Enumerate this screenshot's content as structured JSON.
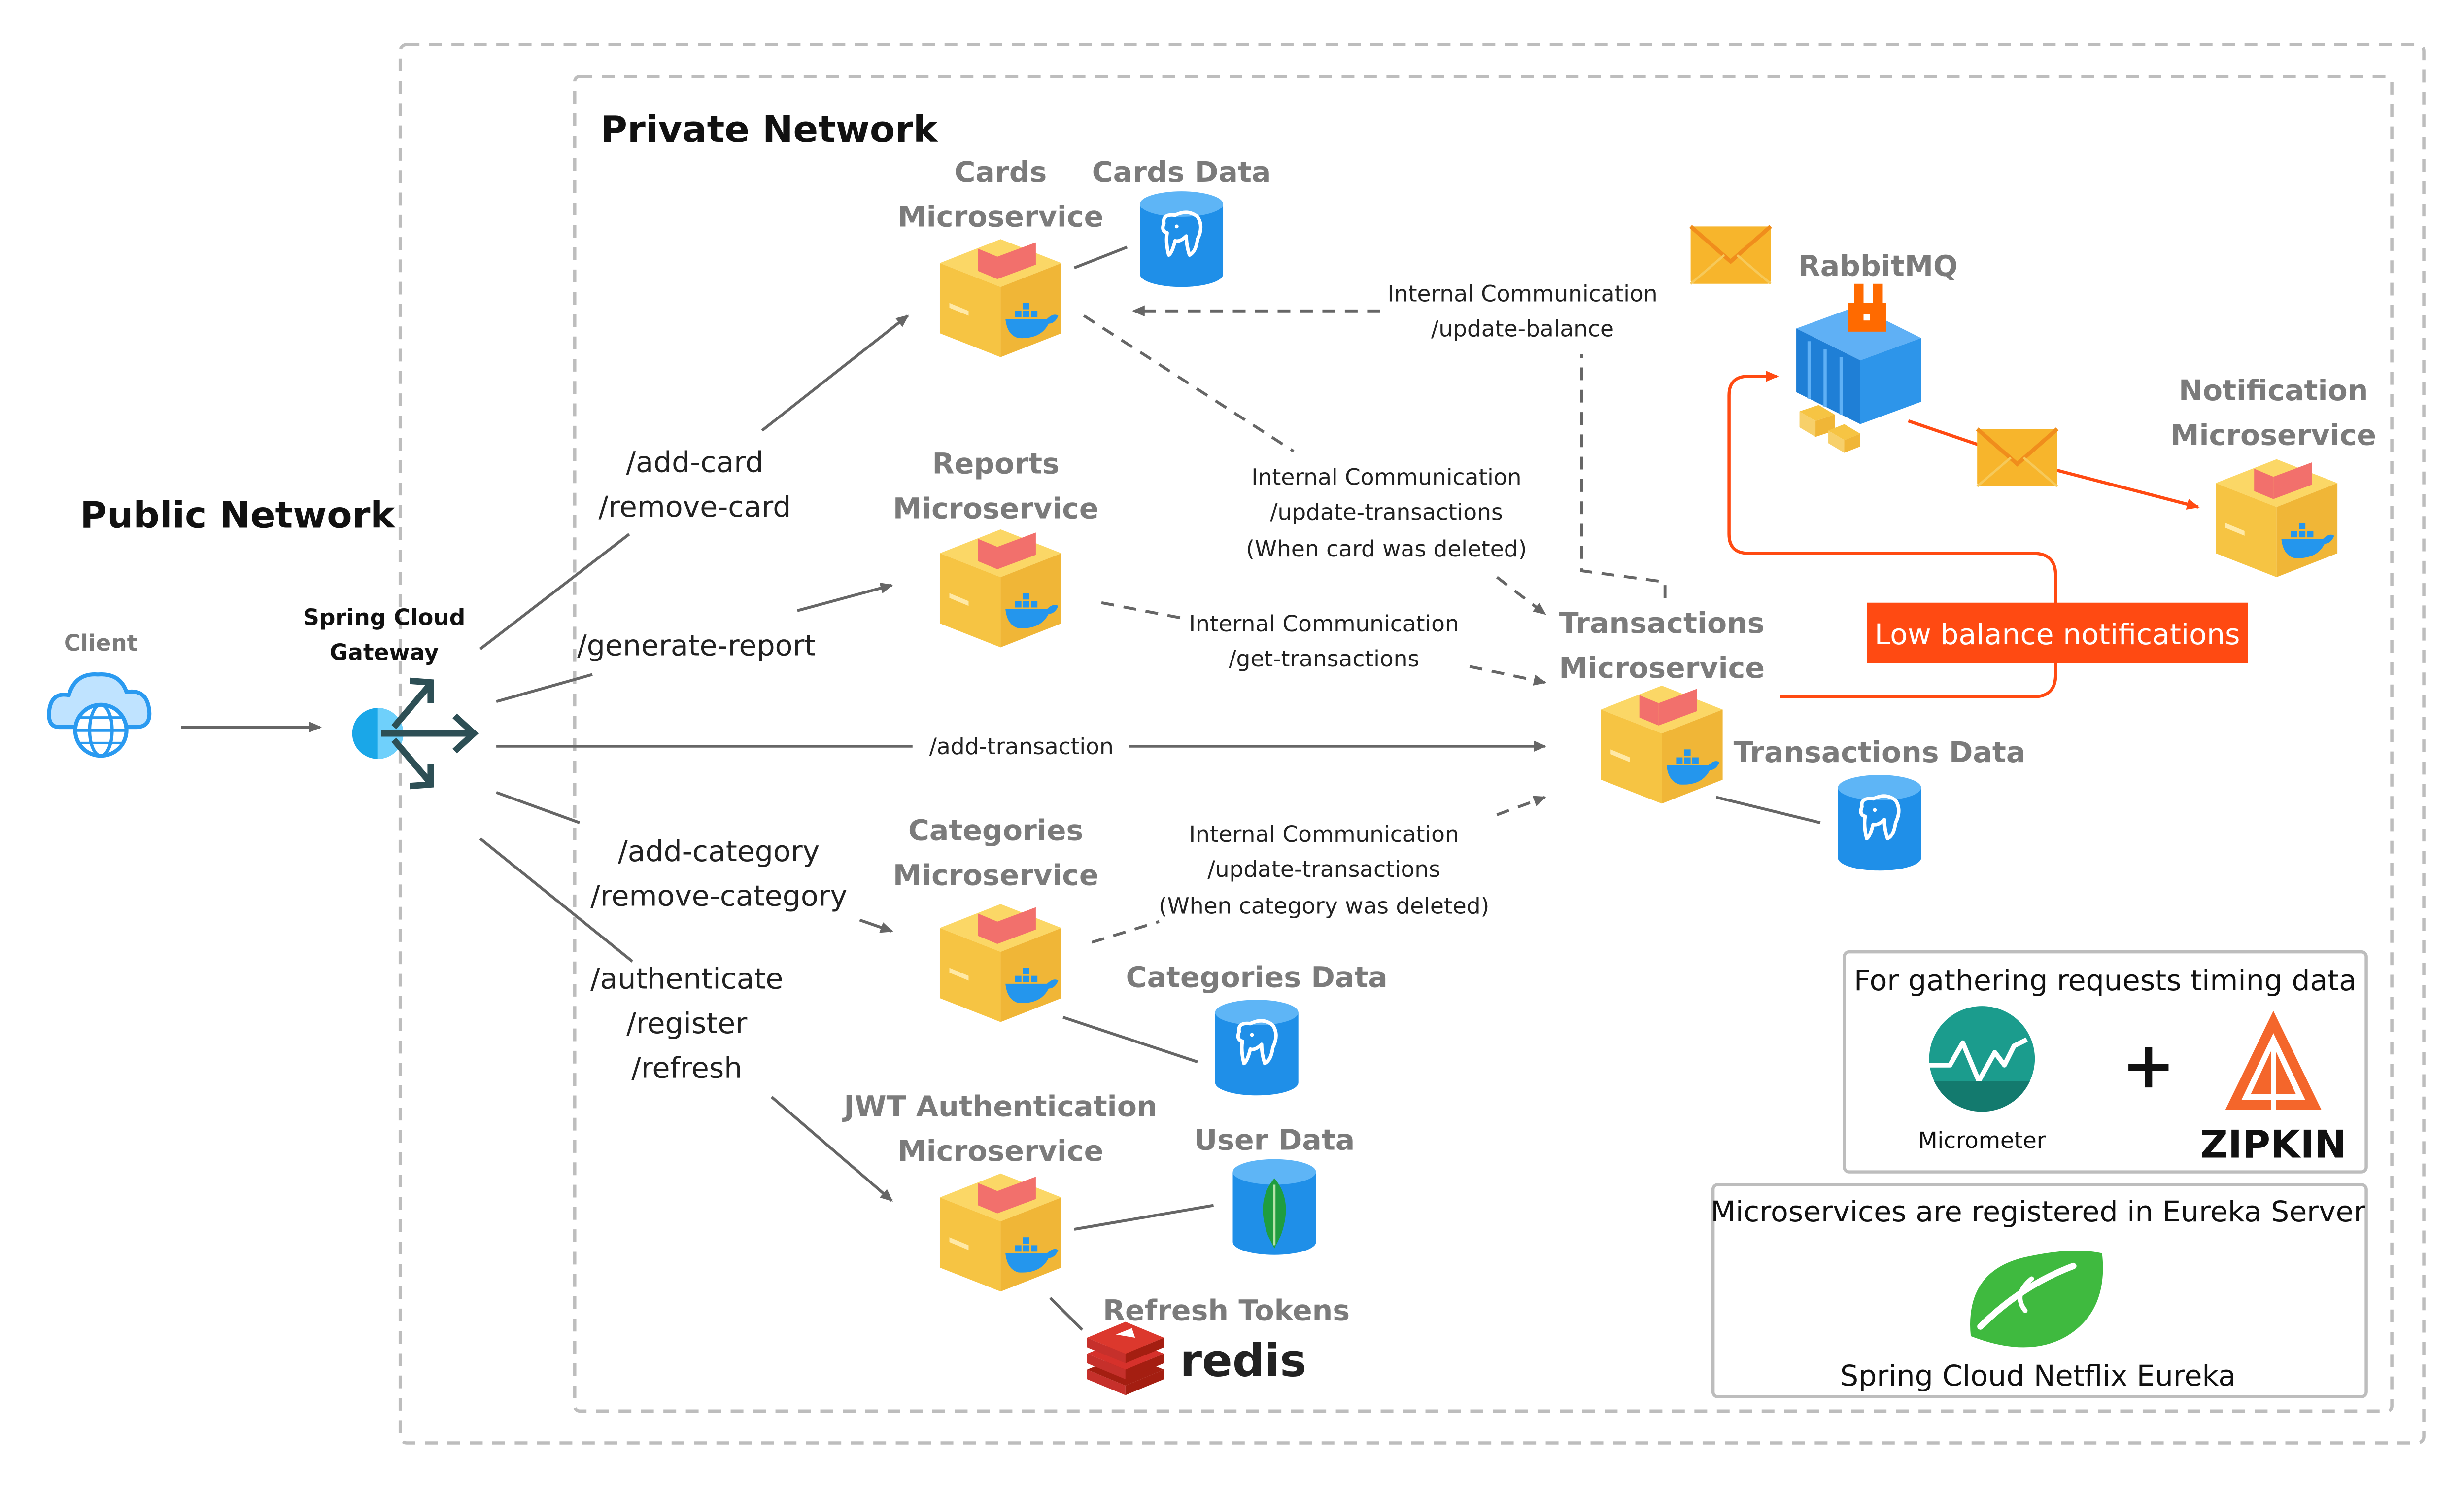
{
  "public_network": {
    "title": "Public Network"
  },
  "private_network": {
    "title": "Private Network"
  },
  "client": {
    "label": "Client",
    "icon": "cloud-globe-icon"
  },
  "gateway": {
    "label_line1": "Spring Cloud",
    "label_line2": "Gateway",
    "icon": "gateway-arrows-icon"
  },
  "routes": {
    "add_card": "/add-card",
    "remove_card": "/remove-card",
    "generate_report": "/generate-report",
    "add_transaction": "/add-transaction",
    "add_category": "/add-category",
    "remove_category": "/remove-category",
    "authenticate": "/authenticate",
    "register": "/register",
    "refresh": "/refresh"
  },
  "services": {
    "cards": {
      "line1": "Cards",
      "line2": "Microservice",
      "icon": "docker-box-icon"
    },
    "reports": {
      "line1": "Reports",
      "line2": "Microservice",
      "icon": "docker-box-icon"
    },
    "categories": {
      "line1": "Categories",
      "line2": "Microservice",
      "icon": "docker-box-icon"
    },
    "jwt": {
      "line1": "JWT Authentication",
      "line2": "Microservice",
      "icon": "docker-box-icon"
    },
    "transactions": {
      "line1": "Transactions",
      "line2": "Microservice",
      "icon": "docker-box-icon"
    },
    "notification": {
      "line1": "Notification",
      "line2": "Microservice",
      "icon": "docker-box-icon"
    }
  },
  "databases": {
    "cards_data": {
      "label": "Cards Data",
      "icon": "postgresql-icon"
    },
    "transactions_data": {
      "label": "Transactions Data",
      "icon": "postgresql-icon"
    },
    "categories_data": {
      "label": "Categories Data",
      "icon": "postgresql-icon"
    },
    "user_data": {
      "label": "User Data",
      "icon": "mongodb-icon"
    },
    "refresh_tokens": {
      "label": "Refresh Tokens",
      "logo_text": "redis",
      "icon": "redis-icon"
    }
  },
  "internal": {
    "update_balance": {
      "line1": "Internal Communication",
      "line2": "/update-balance"
    },
    "update_transactions_card": {
      "line1": "Internal Communication",
      "line2": "/update-transactions",
      "line3": "(When card was deleted)"
    },
    "get_transactions": {
      "line1": "Internal Communication",
      "line2": "/get-transactions"
    },
    "update_transactions_category": {
      "line1": "Internal Communication",
      "line2": "/update-transactions",
      "line3": "(When category was deleted)"
    }
  },
  "rabbitmq": {
    "label": "RabbitMQ",
    "icon": "rabbitmq-icon",
    "message_icon": "envelope-icon"
  },
  "low_balance": {
    "label": "Low balance notifications"
  },
  "tracing": {
    "title": "For gathering requests timing data",
    "micrometer": "Micrometer",
    "plus": "+",
    "zipkin": "ZIPKIN",
    "micrometer_icon": "micrometer-icon",
    "zipkin_icon": "zipkin-icon"
  },
  "eureka": {
    "title": "Microservices are registered in Eureka Server",
    "name": "Spring Cloud Netflix Eureka",
    "icon": "spring-leaf-icon"
  },
  "colors": {
    "box": "#f6c443",
    "box_tape": "#f2706c",
    "docker": "#2496ed",
    "accent_orange": "#ff4a12",
    "grey_text": "#7b7b7b",
    "frame": "#bdbdbd",
    "postgres": "#1f8fe8",
    "mongo_green": "#1f9d3f",
    "redis_red": "#d6312b",
    "micrometer": "#1b9c8d",
    "zipkin": "#f4662b",
    "spring": "#3fba3f"
  }
}
